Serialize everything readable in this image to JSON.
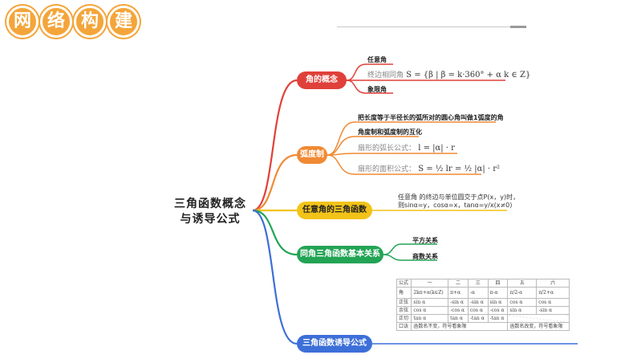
{
  "title_chars": [
    "网",
    "络",
    "构",
    "建"
  ],
  "central_topic": [
    "三角函数概念",
    "与诱导公式"
  ],
  "branches": {
    "angle": {
      "label": "角的概念",
      "color": "#e0403a",
      "leaves": [
        "任意角",
        "终边相同角",
        "象限角"
      ],
      "formula": "S = {β | β = k·360° + α  k ∈ Z}"
    },
    "radian": {
      "label": "弧度制",
      "color": "#f08a34",
      "leaves": [
        "把长度等于半径长的弧所对的圆心角叫做1弧度的角",
        "角度制和弧度制的互化",
        "扇形的弧长公式：",
        "扇形的面积公式："
      ],
      "arc_formula": "l = |α| · r",
      "area_formula": "S = ½ lr = ½ |α| · r²"
    },
    "trig_any": {
      "label": "任意角的三角函数",
      "color": "#f2c318",
      "desc_line1": "任意角 的终边与单位圆交于点P(x，y)时，",
      "desc_line2": "则sinα=y，cosα=x，tanα=y/x(x≠0)"
    },
    "same_angle": {
      "label": "同角三角函数基本关系",
      "color": "#23a455",
      "leaves": [
        "平方关系",
        "商数关系"
      ]
    },
    "induction": {
      "label": "三角函数诱导公式",
      "color": "#3d6fd8",
      "table": {
        "header": [
          "公式",
          "一",
          "二",
          "三",
          "四",
          "五",
          "六"
        ],
        "rows": [
          [
            "角",
            "2kπ+α(k∈Z)",
            "π+α",
            "-α",
            "π-α",
            "π/2-α",
            "π/2+α"
          ],
          [
            "正弦",
            "sin α",
            "-sin α",
            "-sin α",
            "sin α",
            "cos α",
            "cos α"
          ],
          [
            "余弦",
            "cos α",
            "-cos α",
            "cos α",
            "-cos α",
            "sin α",
            "-sin α"
          ],
          [
            "正切",
            "tan α",
            "tan α",
            "-tan α",
            "-tan α",
            "",
            ""
          ],
          [
            "口诀",
            "函数名不变，符号看象限",
            "",
            "",
            "",
            "函数名改变，符号看象限",
            ""
          ]
        ]
      }
    }
  }
}
